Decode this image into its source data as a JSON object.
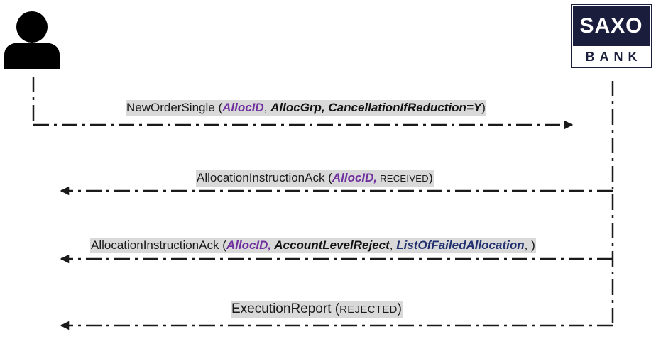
{
  "actors": {
    "client_icon": "person-icon",
    "bank": {
      "line1": "SAXO",
      "line2": "BANK",
      "color": "#1a1d3c"
    }
  },
  "messages": [
    {
      "name": "NewOrderSingle",
      "open": " (",
      "p1": "AllocID",
      "sep1": ", ",
      "p2": "AllocGrp, CancellationIfReduction=Y",
      "close": ")",
      "direction": "client-to-bank"
    },
    {
      "name": "AllocationInstructionAck",
      "open": " (",
      "p1": "AllocID,",
      "status": " RECEIVED",
      "close": ")",
      "direction": "bank-to-client"
    },
    {
      "name": "AllocationInstructionAck",
      "open": " (",
      "p1": "AllocID,",
      "p2": " AccountLevelReject",
      "sep2": ", ",
      "p3": "ListOfFailedAllocation",
      "close": ", )",
      "direction": "bank-to-client"
    },
    {
      "name": "ExecutionReport",
      "open": " (",
      "status": "REJECTED",
      "close": ")",
      "direction": "bank-to-client"
    }
  ],
  "colors": {
    "allocid": "#7030a0",
    "list": "#1f2f6f",
    "label_bg": "#d9d9d9"
  }
}
